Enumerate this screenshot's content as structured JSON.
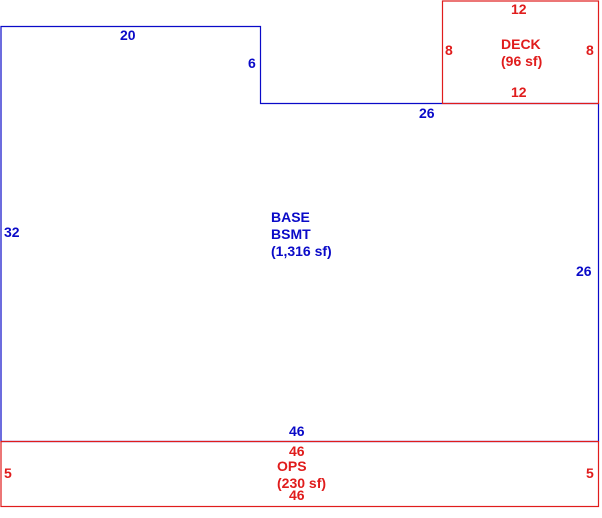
{
  "colors": {
    "base_outline": "#0a0ac8",
    "addition_outline": "#e01c1c",
    "background": "#ffffff"
  },
  "base": {
    "name_line1": "BASE",
    "name_line2": "BSMT",
    "area": "(1,316 sf)",
    "dims": {
      "top_left": "20",
      "step_down": "6",
      "top_right": "26",
      "left": "32",
      "right": "26",
      "bottom": "46"
    }
  },
  "deck": {
    "name": "DECK",
    "area": "(96 sf)",
    "dims": {
      "top": "12",
      "left": "8",
      "right": "8",
      "bottom": "12"
    }
  },
  "ops": {
    "name": "OPS",
    "area": "(230 sf)",
    "dims": {
      "top": "46",
      "left": "5",
      "right": "5",
      "bottom": "46"
    }
  }
}
